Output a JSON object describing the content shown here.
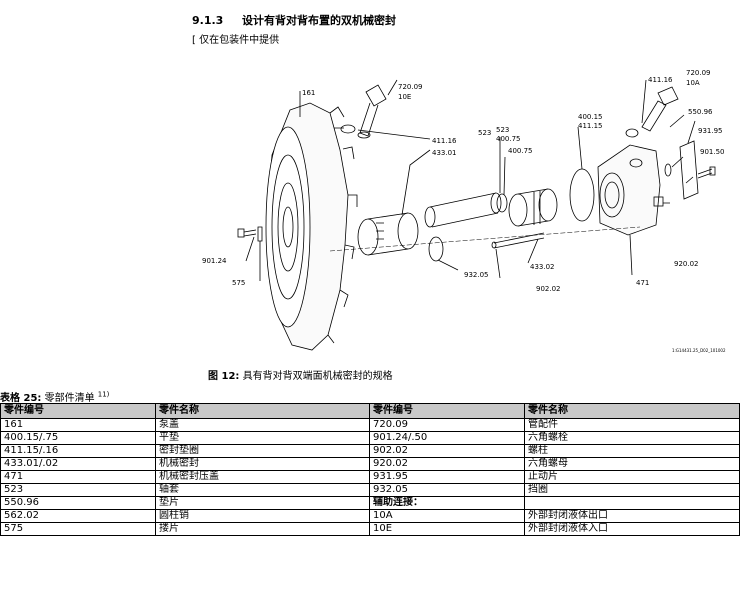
{
  "section": {
    "number": "9.1.3",
    "title": "设计有背对背布置的双机械密封"
  },
  "note": "[ 仅在包装件中提供",
  "figure": {
    "labels": {
      "p161": "161",
      "p720_09_10E_a": "720.09",
      "p720_09_10E_b": "10E",
      "p411_16_left": "411.16",
      "p433_01": "433.01",
      "p523": "523",
      "p523_b1": "523",
      "p523_b2": "400.75",
      "p400_75": "400.75",
      "p400_15": "400.15",
      "p411_15": "411.15",
      "p411_16_right": "411.16",
      "p720_09_10A_a": "720.09",
      "p720_09_10A_b": "10A",
      "p550_96": "550.96",
      "p931_95": "931.95",
      "p901_50": "901.50",
      "p901_24": "901.24",
      "p575": "575",
      "p932_05": "932.05",
      "p902_02": "902.02",
      "p433_02": "433.02",
      "p471": "471",
      "p920_02": "920.02"
    },
    "code": "1:G14431.25_D02_101002"
  },
  "figure_caption": {
    "prefix": "图 12:",
    "text": " 具有背对背双端面机械密封的规格"
  },
  "table_caption": {
    "prefix": "表格 25:",
    "text": " 零部件清单 ",
    "footnote": "11)"
  },
  "table": {
    "headers": [
      "零件编号",
      "零件名称",
      "零件编号",
      "零件名称"
    ],
    "rows": [
      [
        "161",
        "泵盖",
        "720.09",
        "管配件"
      ],
      [
        "400.15/.75",
        "平垫",
        "901.24/.50",
        "六角螺栓"
      ],
      [
        "411.15/.16",
        "密封垫圈",
        "902.02",
        "螺柱"
      ],
      [
        "433.01/.02",
        "机械密封",
        "920.02",
        "六角螺母"
      ],
      [
        "471",
        "机械密封压盖",
        "931.95",
        "止动片"
      ],
      [
        "523",
        "轴套",
        "932.05",
        "挡圈"
      ],
      [
        "550.96",
        "垫片",
        "辅助连接：",
        ""
      ],
      [
        "562.02",
        "圆柱销",
        "10A",
        "外部封闭液体出口"
      ],
      [
        "575",
        "搂片",
        "10E",
        "外部封闭液体入口"
      ]
    ]
  }
}
